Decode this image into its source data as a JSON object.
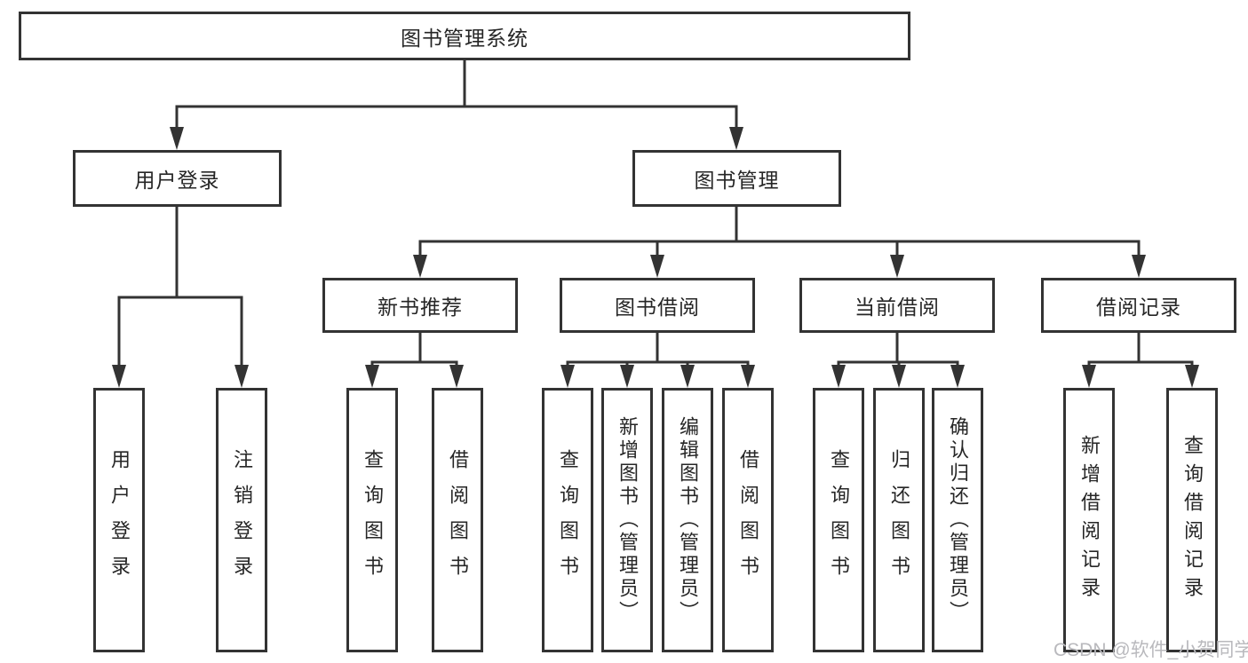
{
  "colors": {
    "line": "#333333",
    "box_border": "#333333",
    "background": "#ffffff",
    "watermark": "#b9b9bd"
  },
  "watermark": {
    "text": "CSDN @软件_小贺同学"
  },
  "tree": {
    "label": "图书管理系统",
    "children": [
      {
        "label": "用户登录",
        "children": [
          {
            "label": "用户登录"
          },
          {
            "label": "注销登录"
          }
        ]
      },
      {
        "label": "图书管理",
        "children": [
          {
            "label": "新书推荐",
            "children": [
              {
                "label": "查询图书"
              },
              {
                "label": "借阅图书"
              }
            ]
          },
          {
            "label": "图书借阅",
            "children": [
              {
                "label": "查询图书"
              },
              {
                "label": "新增图书（管理员）"
              },
              {
                "label": "编辑图书（管理员）"
              },
              {
                "label": "借阅图书"
              }
            ]
          },
          {
            "label": "当前借阅",
            "children": [
              {
                "label": "查询图书"
              },
              {
                "label": "归还图书"
              },
              {
                "label": "确认归还（管理员）"
              }
            ]
          },
          {
            "label": "借阅记录",
            "children": [
              {
                "label": "新增借阅记录"
              },
              {
                "label": "查询借阅记录"
              }
            ]
          }
        ]
      }
    ]
  }
}
